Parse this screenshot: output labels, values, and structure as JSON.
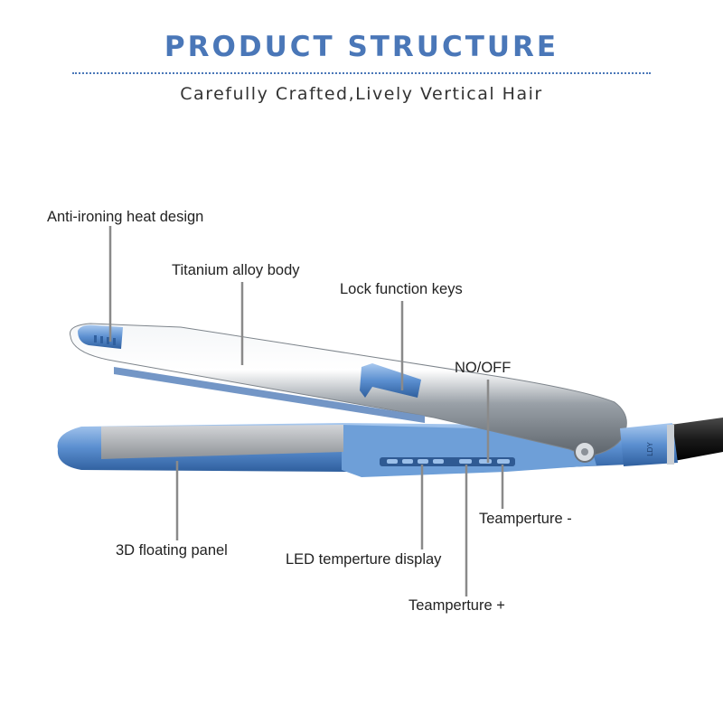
{
  "header": {
    "title": "PRODUCT STRUCTURE",
    "subtitle": "Carefully Crafted,Lively Vertical Hair"
  },
  "product": {
    "brand_mark": "LDY",
    "accent_color": "#5b8fd0",
    "body_color": "#c9ced4",
    "cord_color": "#1c1c1c"
  },
  "callouts": {
    "anti_ironing": "Anti-ironing heat design",
    "titanium_body": "Titanium alloy body",
    "lock_keys": "Lock function keys",
    "power": "NO/OFF",
    "temp_minus": "Teamperture -",
    "floating_panel": "3D floating panel",
    "led_display": "LED temperture display",
    "temp_plus": "Teamperture +"
  }
}
